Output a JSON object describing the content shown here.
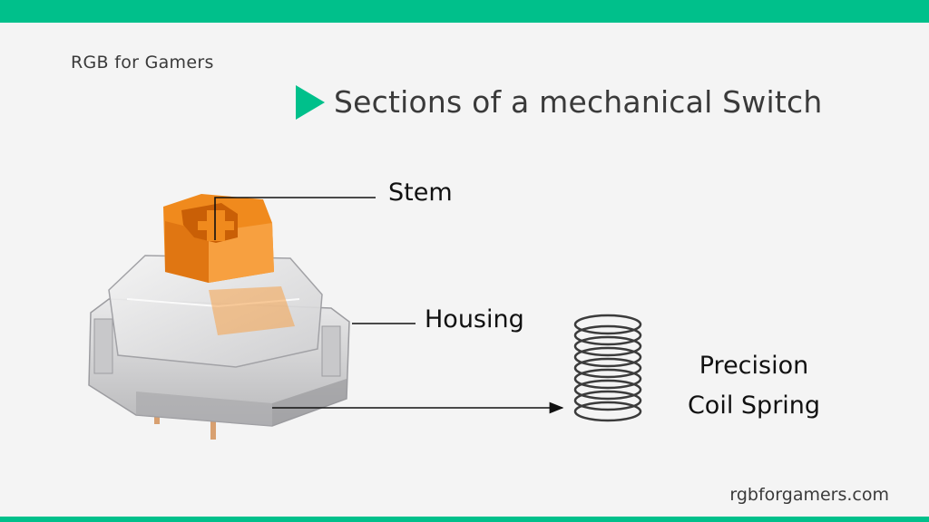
{
  "colors": {
    "accent": "#00c08b",
    "stem": "#f08a1d",
    "text": "#3a3a3a",
    "line": "#111111"
  },
  "header": {
    "brand": "RGB for Gamers",
    "title": "Sections of a mechanical Switch",
    "title_icon": "play-triangle-icon"
  },
  "diagram": {
    "labels": {
      "stem": "Stem",
      "housing": "Housing",
      "spring_line1": "Precision",
      "spring_line2": "Coil Spring"
    }
  },
  "footer": {
    "url": "rgbforgamers.com"
  }
}
